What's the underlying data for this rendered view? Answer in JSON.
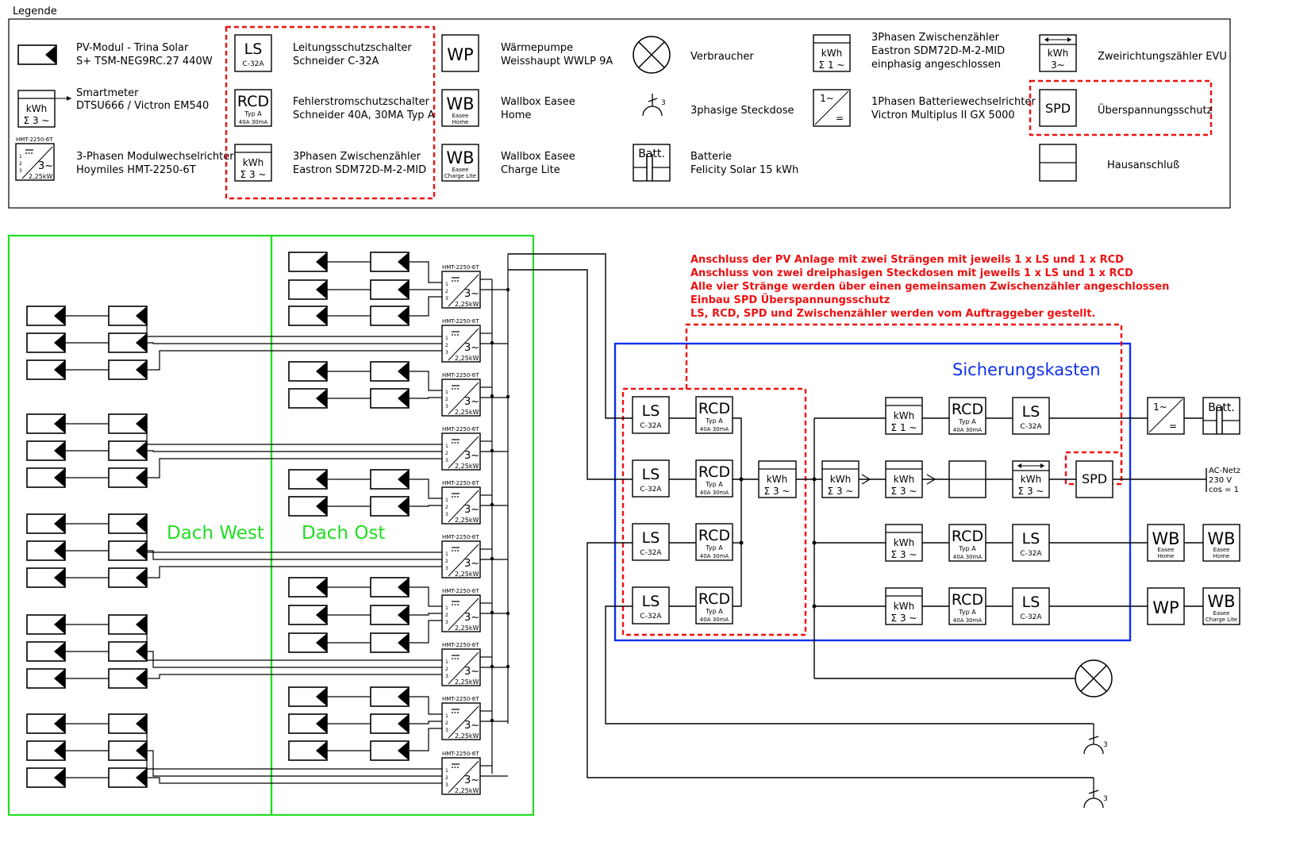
{
  "legend": {
    "title": "Legende",
    "items": [
      {
        "key": "pv",
        "label1": "PV-Modul - Trina Solar",
        "label2": "S+ TSM-NEG9RC.27 440W"
      },
      {
        "key": "smartmeter",
        "label1": "Smartmeter",
        "label2": "DTSU666 / Victron EM540"
      },
      {
        "key": "inverter",
        "label1": "3-Phasen Modulwechselrichter",
        "label2": "Hoymiles HMT-2250-6T"
      },
      {
        "key": "ls",
        "label1": "Leitungsschutzschalter",
        "label2": "Schneider C-32A"
      },
      {
        "key": "rcd",
        "label1": "Fehlerstromschutzschalter",
        "label2": "Schneider 40A, 30MA Typ A"
      },
      {
        "key": "meter3",
        "label1": "3Phasen Zwischenzähler",
        "label2": "Eastron SDM72D-M-2-MID"
      },
      {
        "key": "wp",
        "label1": "Wärmepumpe",
        "label2": "Weisshaupt WWLP 9A"
      },
      {
        "key": "wbhome",
        "label1": "Wallbox Easee",
        "label2": "Home"
      },
      {
        "key": "wbcharge",
        "label1": "Wallbox Easee",
        "label2": "Charge Lite"
      },
      {
        "key": "load",
        "label1": "Verbraucher",
        "label2": ""
      },
      {
        "key": "socket",
        "label1": "3phasige Steckdose",
        "label2": ""
      },
      {
        "key": "battery",
        "label1": "Batterie",
        "label2": "Felicity Solar 15 kWh"
      },
      {
        "key": "meter1",
        "label1": "3Phasen Zwischenzähler",
        "label2": "Eastron SDM72D-M-2-MID",
        "label3": "einphasig angeschlossen"
      },
      {
        "key": "batinv",
        "label1": "1Phasen Batteriewechselrichter",
        "label2": "Victron Multiplus II GX 5000"
      },
      {
        "key": "bidir",
        "label1": "Zweirichtungszähler EVU",
        "label2": ""
      },
      {
        "key": "spd",
        "label1": "Überspannungsschutz",
        "label2": ""
      },
      {
        "key": "house",
        "label1": "Hausanschluß",
        "label2": ""
      }
    ]
  },
  "symbols": {
    "ls": "LS",
    "ls_sub": "C-32A",
    "rcd": "RCD",
    "rcd_sub1": "Typ A",
    "rcd_sub2": "40A 30mA",
    "kwh": "kWh",
    "sum3": "Σ 3 ~",
    "sum1": "Σ 1 ~",
    "wp": "WP",
    "wb": "WB",
    "wb_home1": "Easee",
    "wb_home2": "Home",
    "wb_cl1": "Easee",
    "wb_cl2": "Charge Lite",
    "batt": "Batt.",
    "spd": "SPD",
    "inv_model": "HMT-2250-6T",
    "inv_power": "2,25kW",
    "one_phase": "1~",
    "three_phase": "3~",
    "three_tilde": "3~",
    "eq": "="
  },
  "areas": {
    "west": "Dach West",
    "east": "Dach Ost",
    "fusebox": "Sicherungskasten"
  },
  "notes": [
    "Anschluss der PV Anlage mit zwei Strängen mit jeweils 1 x LS und 1 x RCD",
    "Anschluss von zwei dreiphasigen Steckdosen mit jeweils 1 x LS und 1 x RCD",
    "Alle vier Stränge werden über einen gemeinsamen Zwischenzähler angeschlossen",
    "Einbau SPD Überspannungsschutz",
    "LS, RCD, SPD und Zwischenzähler werden vom Auftraggeber gestellt."
  ],
  "grid": {
    "line1": "AC-Netz",
    "line2": "230 V",
    "line3": "cos = 1"
  },
  "colors": {
    "green": "#22dd22",
    "blue": "#1030ee",
    "red": "#ee1111",
    "black": "#000000"
  }
}
